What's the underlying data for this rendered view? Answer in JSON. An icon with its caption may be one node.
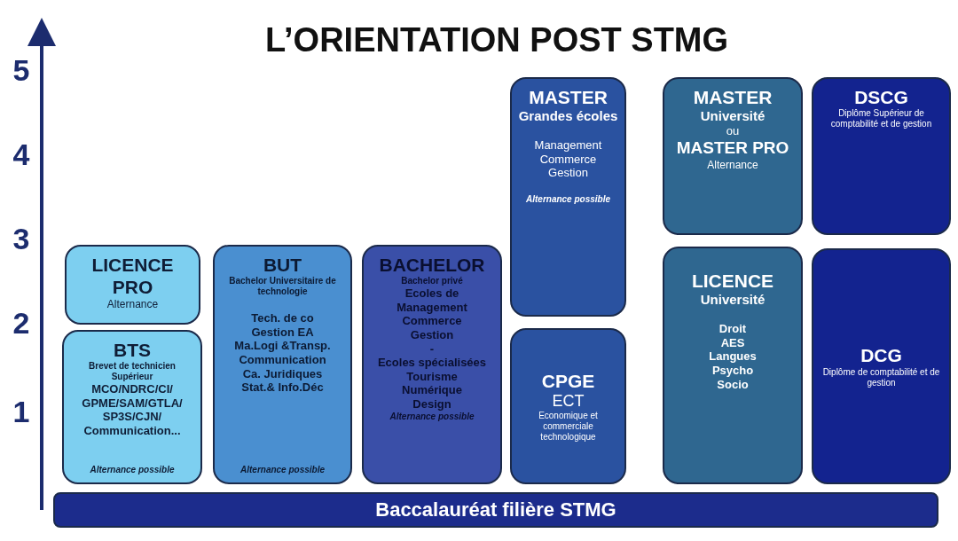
{
  "diagram": {
    "title": "L’ORIENTATION POST STMG",
    "nodes": [
      {
        "text": [
          "MASTER",
          "Grandes écoles",
          "Management",
          "Commerce",
          "Gestion",
          "Alternance possible"
        ]
      },
      {
        "text": [
          "MASTER",
          "Université",
          "ou",
          "MASTER PRO",
          "Alternance"
        ]
      },
      {
        "text": [
          "DSCG",
          "Diplôme Supérieur de comptabilité et de gestion"
        ]
      },
      {
        "text": [
          "LICENCE PRO",
          "Alternance"
        ]
      },
      {
        "text": [
          "BUT",
          "Bachelor Universitaire de technologie",
          "Tech. de co",
          "Gestion EA",
          "Ma.Logi &Transp.",
          "Communication",
          "Ca. Juridiques",
          "Stat.& Info.Déc",
          "Alternance possible"
        ]
      },
      {
        "text": [
          "BACHELOR",
          "Bachelor privé",
          "Ecoles de Management",
          "Commerce",
          "Gestion",
          "-",
          "Ecoles spécialisées",
          "Tourisme",
          "Numérique",
          "Design",
          "Alternance possible"
        ]
      },
      {
        "text": [
          "LICENCE",
          "Université",
          "Droit",
          "AES",
          "Langues",
          "Psycho",
          "Socio"
        ]
      },
      {
        "text": [
          "DCG",
          "Diplôme de comptabilité et de gestion"
        ]
      },
      {
        "text": [
          "BTS",
          "Brevet de technicien Supérieur",
          "MCO/NDRC/CI/ GPME/SAM/GTLA/ SP3S/CJN/ Communication...",
          "Alternance possible"
        ]
      },
      {
        "text": [
          "CPGE",
          "ECT",
          "Economique et commerciale technologique"
        ]
      },
      {
        "text": [
          "Baccalauréat filière STMG"
        ]
      }
    ],
    "labels": [
      "5",
      "4",
      "3",
      "2",
      "1"
    ]
  }
}
